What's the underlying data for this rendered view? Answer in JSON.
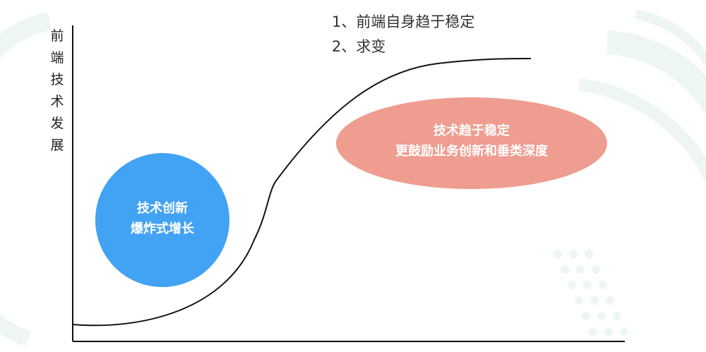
{
  "y_axis_label": "前端技术发展",
  "notes": [
    "1、前端自身趋于稳定",
    "2、求变"
  ],
  "bubbles": {
    "innovation": {
      "line1": "技术创新",
      "line2": "爆炸式增长",
      "color": "#42a2f3"
    },
    "stable": {
      "line1": "技术趋于稳定",
      "line2": "更鼓励业务创新和垂类深度",
      "color": "#ef9d90"
    }
  },
  "colors": {
    "curve": "#111111",
    "axis": "#111111",
    "decoration": "#eef7f3"
  }
}
